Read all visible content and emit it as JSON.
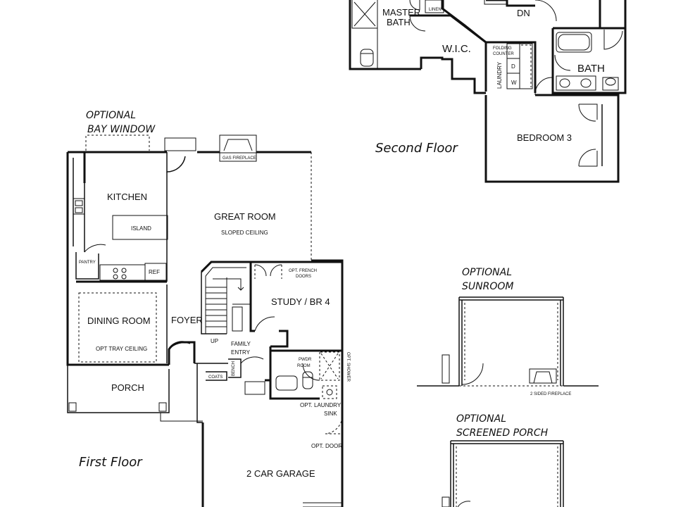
{
  "second_floor": {
    "title": "Second Floor",
    "rooms": {
      "master_bath": [
        "MASTER",
        "BATH"
      ],
      "linen": "LINEN",
      "down": "DN",
      "wic": "W.I.C.",
      "folding_counter": [
        "FOLDING",
        "COUNTER"
      ],
      "laundry": "LAUNDRY",
      "dryer": "D",
      "washer": "W",
      "bath": "BATH",
      "bedroom3": "BEDROOM 3"
    }
  },
  "first_floor": {
    "title": "First Floor",
    "rooms": {
      "optional_bay_window": [
        "OPTIONAL",
        "BAY WINDOW"
      ],
      "gas_fireplace": "GAS FIREPLACE",
      "kitchen": "KITCHEN",
      "island": "ISLAND",
      "pantry": "PANTRY",
      "ref": "REF",
      "great_room": "GREAT ROOM",
      "sloped_ceiling": "SLOPED CEILING",
      "opt_french_doors": [
        "OPT. FRENCH",
        "DOORS"
      ],
      "study": "STUDY / BR 4",
      "dining_room": "DINING ROOM",
      "opt_tray_ceiling": "OPT TRAY CEILING",
      "foyer": "FOYER",
      "up": "UP",
      "family_entry": [
        "FAMILY",
        "ENTRY"
      ],
      "bench": "BENCH",
      "coats": "COATS",
      "pwdr_room": [
        "PWDR",
        "ROOM"
      ],
      "opt_shower": "OPT. SHOWER",
      "opt_laundry_sink": [
        "OPT. LAUNDRY",
        "SINK"
      ],
      "opt_door": "OPT. DOOR",
      "porch": "PORCH",
      "garage": "2 CAR GARAGE"
    }
  },
  "optional_sunroom": {
    "title": [
      "OPTIONAL",
      "SUNROOM"
    ],
    "fireplace": "2 SIDED FIREPLACE"
  },
  "optional_screened_porch": {
    "title": [
      "OPTIONAL",
      "SCREENED PORCH"
    ]
  }
}
